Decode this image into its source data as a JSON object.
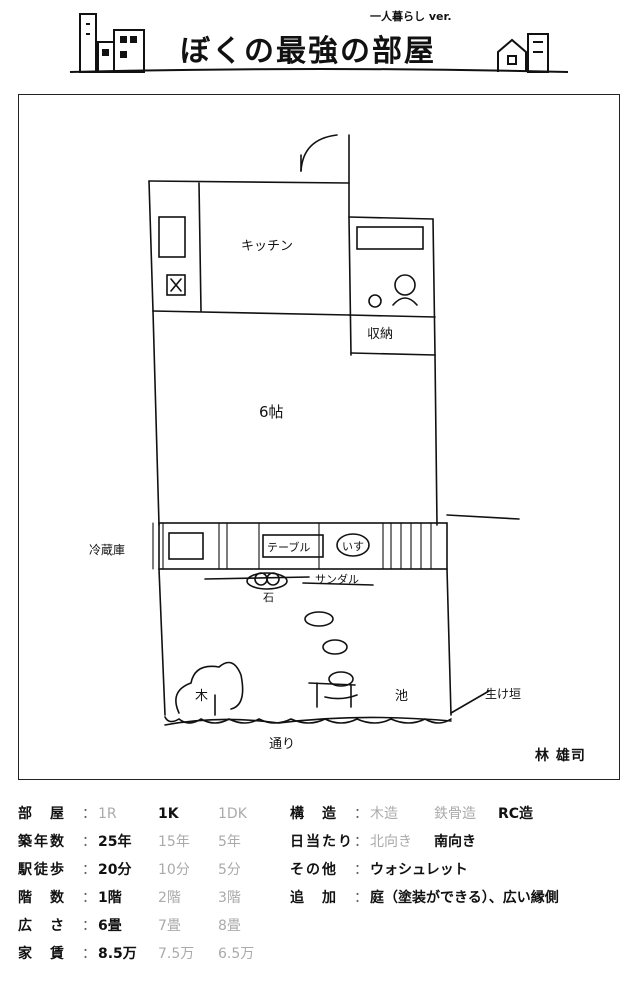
{
  "header": {
    "subtitle": "一人暮らし ver.",
    "title": "ぼくの最強の部屋"
  },
  "plan": {
    "labels": {
      "kitchen": "キッチン",
      "storage": "収納",
      "room": "6帖",
      "fridge": "冷蔵庫",
      "table": "テーブル",
      "chair": "いす",
      "sandal": "サンダル",
      "stone": "石",
      "tree": "木",
      "pond": "池",
      "hedge": "生け垣",
      "street": "通り"
    },
    "author": "林 雄司"
  },
  "specs": {
    "left": [
      {
        "label": "部　屋",
        "options": [
          "1R",
          "1K",
          "1DK"
        ],
        "selected": 1
      },
      {
        "label": "築年数",
        "options": [
          "25年",
          "15年",
          "5年"
        ],
        "selected": 0
      },
      {
        "label": "駅徒歩",
        "options": [
          "20分",
          "10分",
          "5分"
        ],
        "selected": 0
      },
      {
        "label": "階　数",
        "options": [
          "1階",
          "2階",
          "3階"
        ],
        "selected": 0
      },
      {
        "label": "広　さ",
        "options": [
          "6畳",
          "7畳",
          "8畳"
        ],
        "selected": 0
      },
      {
        "label": "家　賃",
        "options": [
          "8.5万",
          "7.5万",
          "6.5万"
        ],
        "selected": 0
      }
    ],
    "right": [
      {
        "label": "構　造",
        "options": [
          "木造",
          "鉄骨造",
          "RC造"
        ],
        "selected": 2
      },
      {
        "label": "日当たり",
        "options": [
          "北向き",
          "南向き"
        ],
        "selected": 1
      },
      {
        "label": "その他",
        "options": [
          "ウォシュレット"
        ],
        "selected": 0
      },
      {
        "label": "追　加",
        "options": [
          "庭（塗装ができる）、広い縁側"
        ],
        "selected": 0
      }
    ],
    "colon": "："
  }
}
